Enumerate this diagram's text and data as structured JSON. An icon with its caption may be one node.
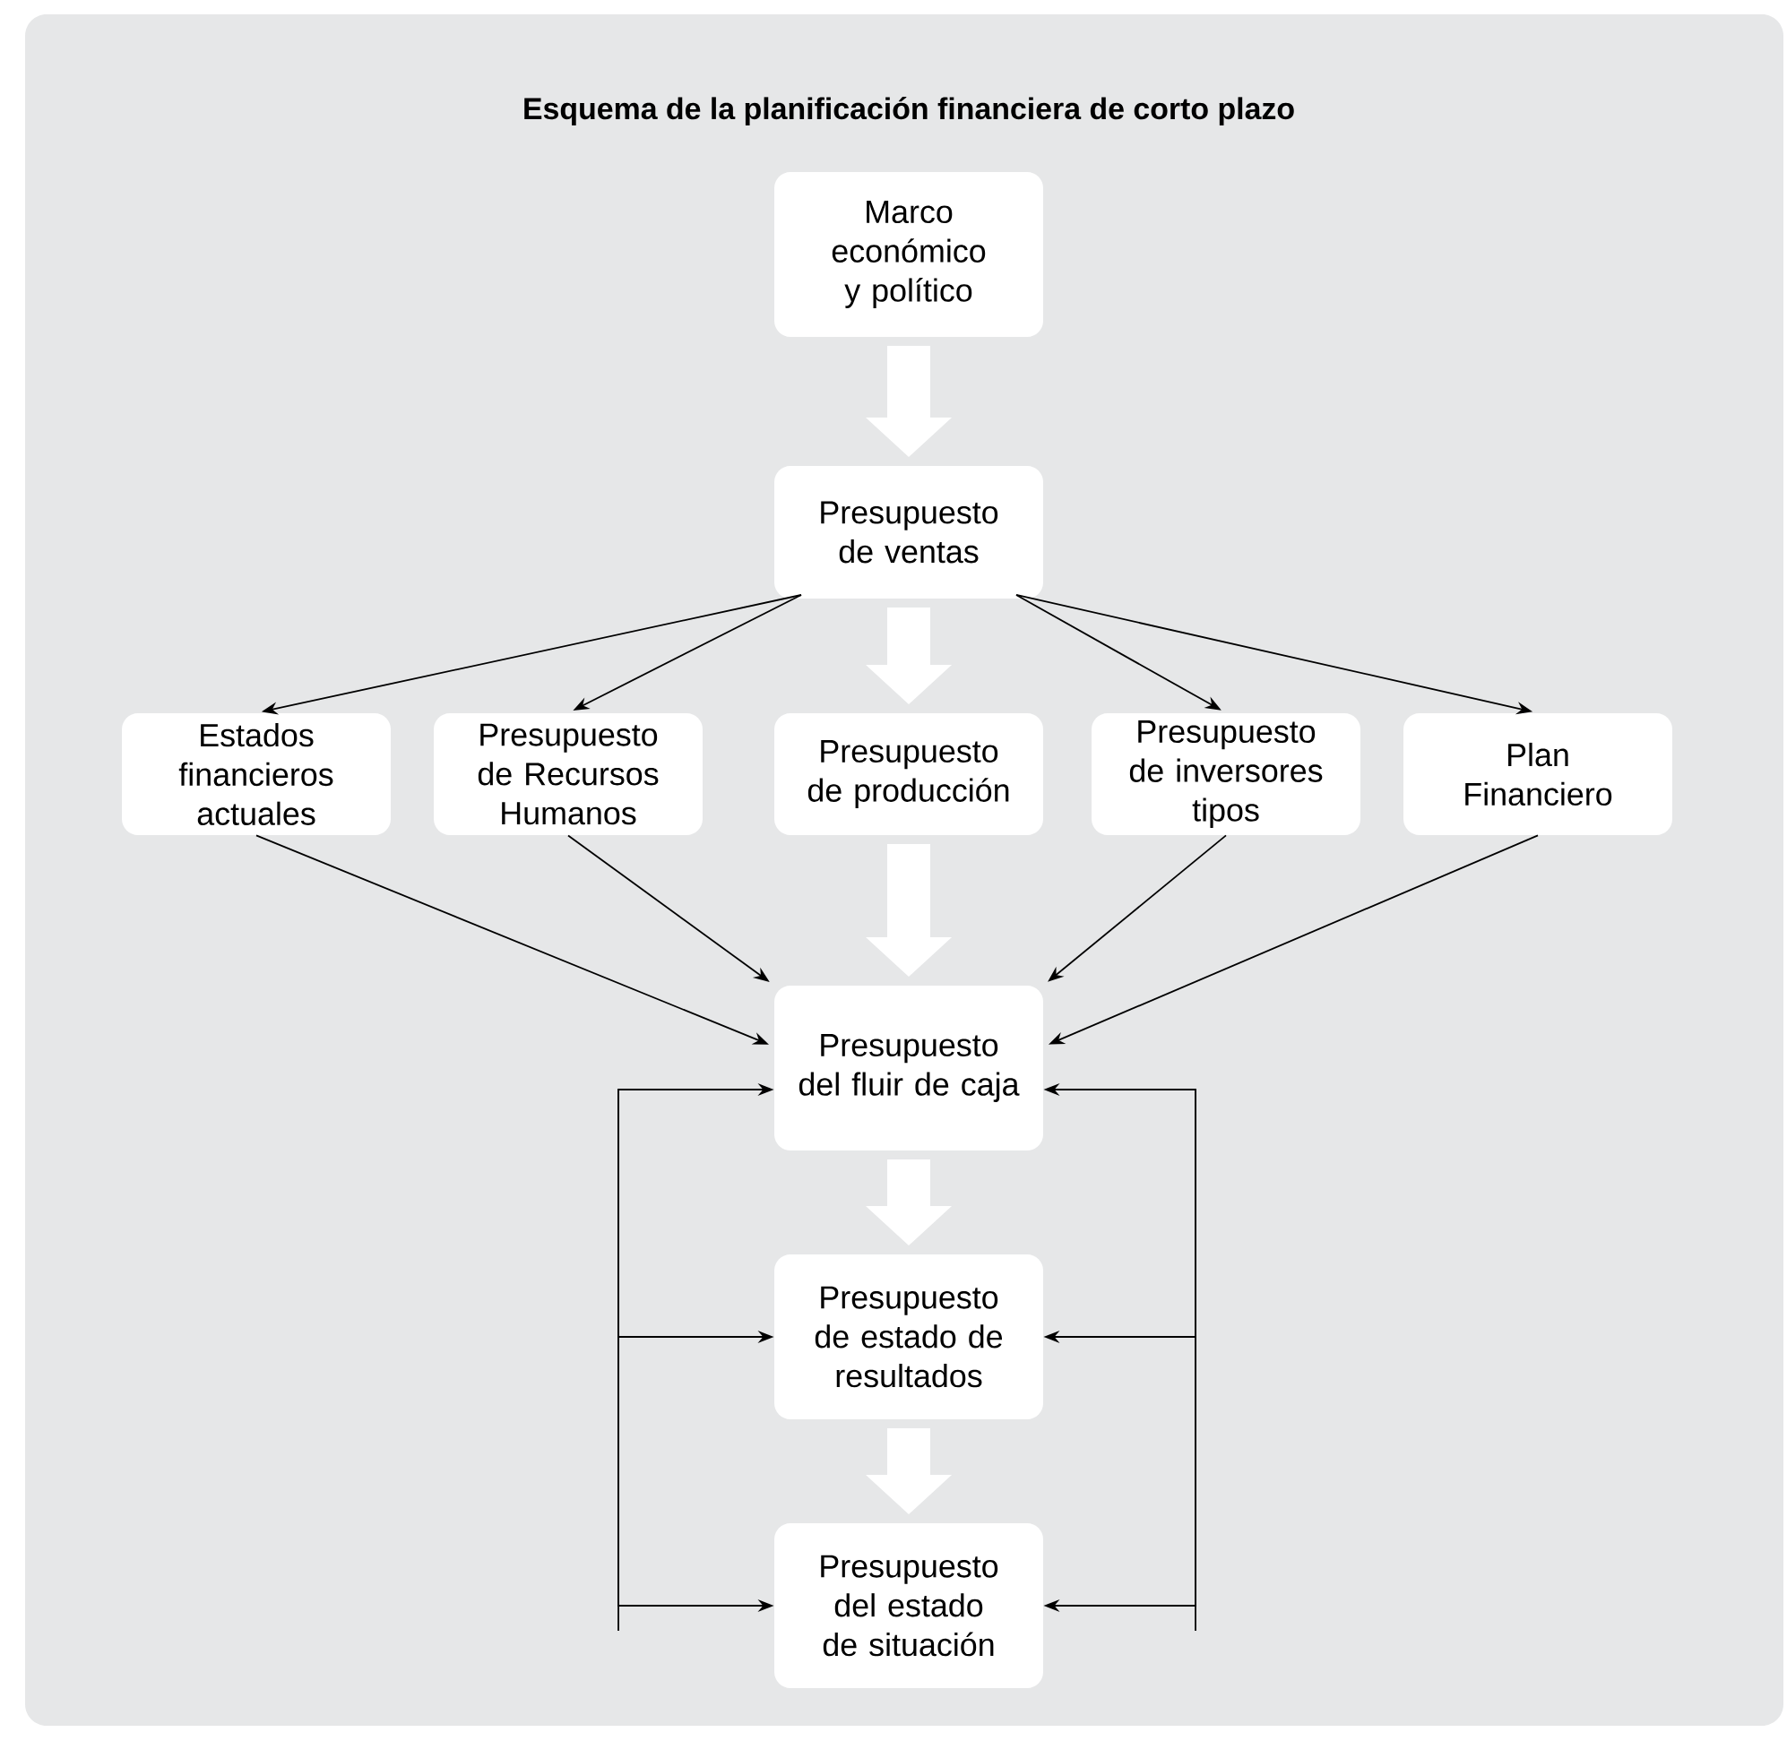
{
  "diagram": {
    "title": "Esquema de la planificación financiera de corto plazo",
    "nodes": [
      {
        "text": [
          "Marco económico y político"
        ]
      },
      {
        "text": [
          "Presupuesto de ventas"
        ]
      },
      {
        "text": [
          "Estados financieros actuales"
        ]
      },
      {
        "text": [
          "Presupuesto de Recursos Humanos"
        ]
      },
      {
        "text": [
          "Presupuesto de producción"
        ]
      },
      {
        "text": [
          "Presupuesto de inversores tipos"
        ]
      },
      {
        "text": [
          "Plan Financiero"
        ]
      },
      {
        "text": [
          "Presupuesto del fluir de caja"
        ]
      },
      {
        "text": [
          "Presupuesto de estado de resultados"
        ]
      },
      {
        "text": [
          "Presupuesto del estado de situación"
        ]
      }
    ],
    "edges": [
      {
        "from": 0,
        "to": 1,
        "arrow": "to",
        "style": "thick",
        "color": "#ffffff"
      },
      {
        "from": 1,
        "to": 2,
        "arrow": "to"
      },
      {
        "from": 1,
        "to": 3,
        "arrow": "to"
      },
      {
        "from": 1,
        "to": 4,
        "arrow": "to",
        "style": "thick",
        "color": "#ffffff"
      },
      {
        "from": 1,
        "to": 5,
        "arrow": "to"
      },
      {
        "from": 1,
        "to": 6,
        "arrow": "to"
      },
      {
        "from": 2,
        "to": 7,
        "arrow": "to"
      },
      {
        "from": 3,
        "to": 7,
        "arrow": "to"
      },
      {
        "from": 4,
        "to": 7,
        "arrow": "to",
        "style": "thick",
        "color": "#ffffff"
      },
      {
        "from": 5,
        "to": 7,
        "arrow": "to"
      },
      {
        "from": 6,
        "to": 7,
        "arrow": "to"
      },
      {
        "from": 7,
        "to": 8,
        "arrow": "to",
        "style": "thick",
        "color": "#ffffff"
      },
      {
        "from": 8,
        "to": 9,
        "arrow": "to",
        "style": "thick",
        "color": "#ffffff"
      },
      {
        "from": null,
        "to": 7,
        "arrow": "to"
      },
      {
        "from": null,
        "to": 8,
        "arrow": "to"
      },
      {
        "from": null,
        "to": 9,
        "arrow": "to"
      },
      {
        "from": null,
        "to": 7,
        "arrow": "to"
      },
      {
        "from": null,
        "to": 8,
        "arrow": "to"
      },
      {
        "from": null,
        "to": 9,
        "arrow": "to"
      }
    ]
  }
}
